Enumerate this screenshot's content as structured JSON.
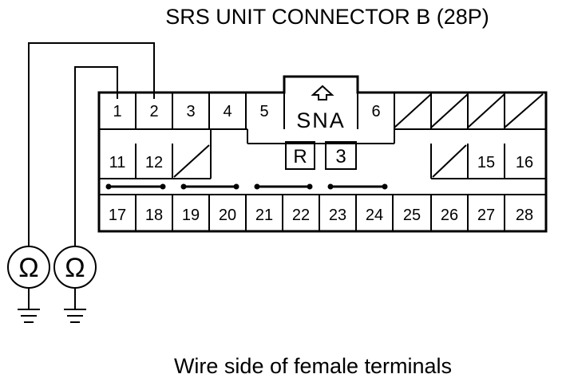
{
  "title": "SRS UNIT CONNECTOR B (28P)",
  "caption": "Wire side of female terminals",
  "connector": {
    "key_labels": {
      "sna": "SNA",
      "r": "R",
      "three": "3"
    },
    "row1_terminals": [
      "1",
      "2",
      "3",
      "4",
      "5",
      "6"
    ],
    "row2_terminals": [
      "11",
      "12",
      "15",
      "16"
    ],
    "row3_terminals": [
      "17",
      "18",
      "19",
      "20",
      "21",
      "22",
      "23",
      "24",
      "25",
      "26",
      "27",
      "28"
    ]
  },
  "meters": [
    {
      "symbol": "Ω",
      "connected_terminal": "2"
    },
    {
      "symbol": "Ω",
      "connected_terminal": "1"
    }
  ]
}
